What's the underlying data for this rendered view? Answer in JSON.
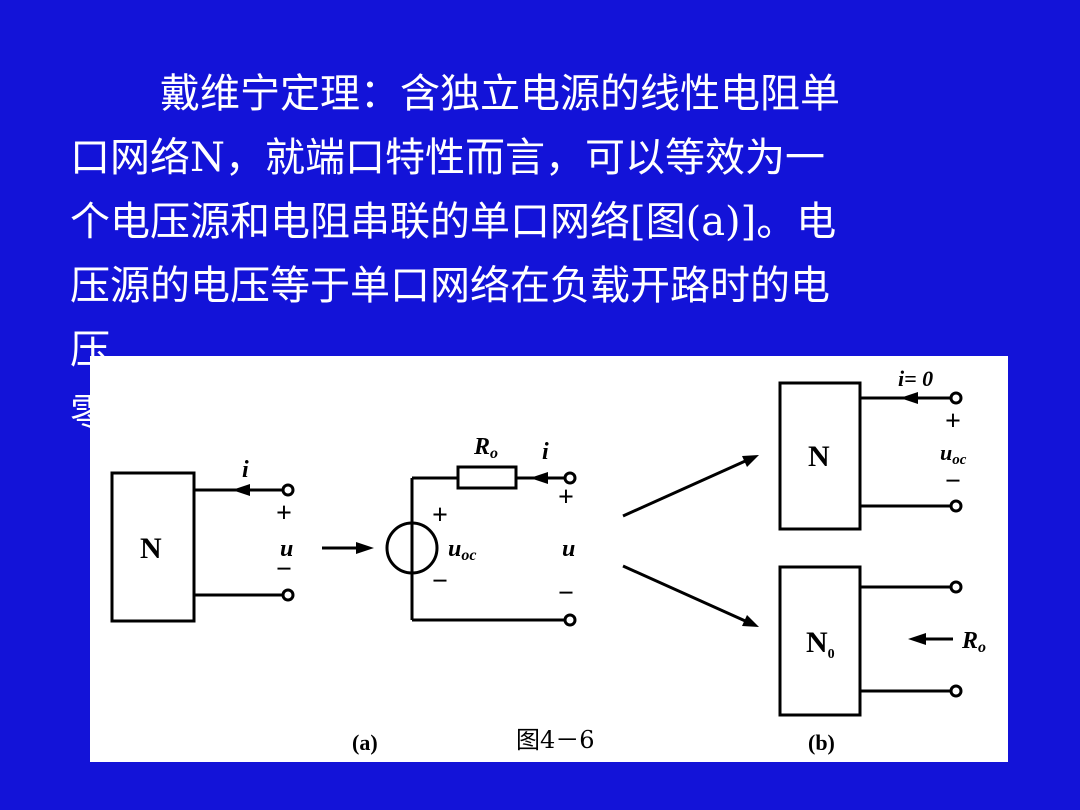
{
  "paragraph": {
    "lines": [
      "戴维宁定理：含独立电源的线性电阻单",
      "口网络N，就端口特性而言，可以等效为一",
      "个电压源和电阻串联的单口网络[图(a)]。电",
      "压源的电压等于单口网络在负载开路时的电",
      "压",
      "零"
    ]
  },
  "figure": {
    "caption": "图4－6",
    "label_a": "(a)",
    "label_b": "(b)",
    "network_n": "N",
    "current_i": "i",
    "plus": "+",
    "minus": "−",
    "voltage_u": "u",
    "resistor_r0": "R",
    "subscript_0": "o",
    "voltage_uoc": "u",
    "subscript_oc": "oc",
    "i_equals_zero": "i= 0",
    "network_n0": "N",
    "subscript_n0": "0"
  }
}
